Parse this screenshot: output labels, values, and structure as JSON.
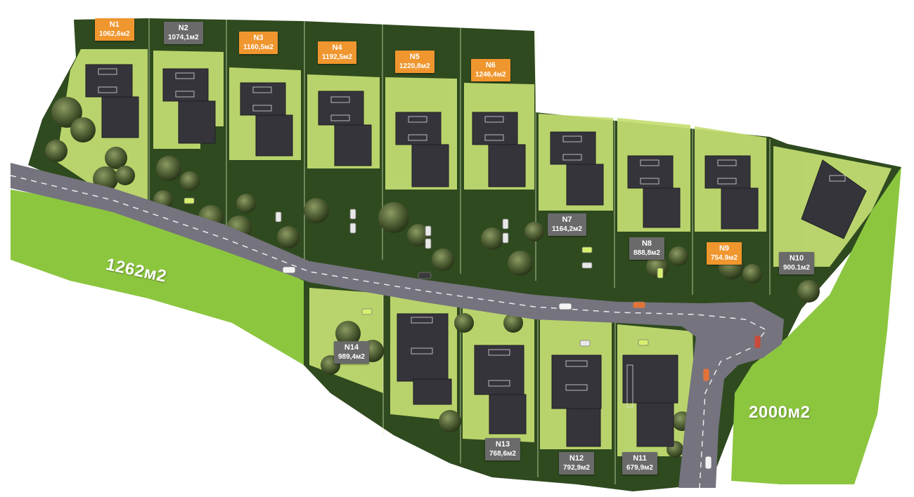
{
  "colors": {
    "background": "#ffffff",
    "lawn_bright": "#8cc63f",
    "lot_light": "#c5df73",
    "vegetation_dark": "#2f4a1f",
    "road": "#75737e",
    "house_roof": "#36343b",
    "badge_highlight": "#f0962e",
    "badge_default": "#6a6a6a",
    "label_text": "#ffffff"
  },
  "lots": [
    {
      "id": "N1",
      "area": "1062,6м2",
      "highlight": true
    },
    {
      "id": "N2",
      "area": "1074,1м2",
      "highlight": false
    },
    {
      "id": "N3",
      "area": "1160,5м2",
      "highlight": true
    },
    {
      "id": "N4",
      "area": "1192,5м2",
      "highlight": true
    },
    {
      "id": "N5",
      "area": "1220,8м2",
      "highlight": true
    },
    {
      "id": "N6",
      "area": "1246,4м2",
      "highlight": true
    },
    {
      "id": "N7",
      "area": "1164,2м2",
      "highlight": false
    },
    {
      "id": "N8",
      "area": "888,8м2",
      "highlight": false
    },
    {
      "id": "N9",
      "area": "754.9м2",
      "highlight": true
    },
    {
      "id": "N10",
      "area": "900.1м2",
      "highlight": false
    },
    {
      "id": "N11",
      "area": "679,9м2",
      "highlight": false
    },
    {
      "id": "N12",
      "area": "792,9м2",
      "highlight": false
    },
    {
      "id": "N13",
      "area": "768,6м2",
      "highlight": false
    },
    {
      "id": "N14",
      "area": "989,4м2",
      "highlight": false
    }
  ],
  "common_areas": [
    {
      "label": "1262м2"
    },
    {
      "label": "2000м2"
    }
  ]
}
